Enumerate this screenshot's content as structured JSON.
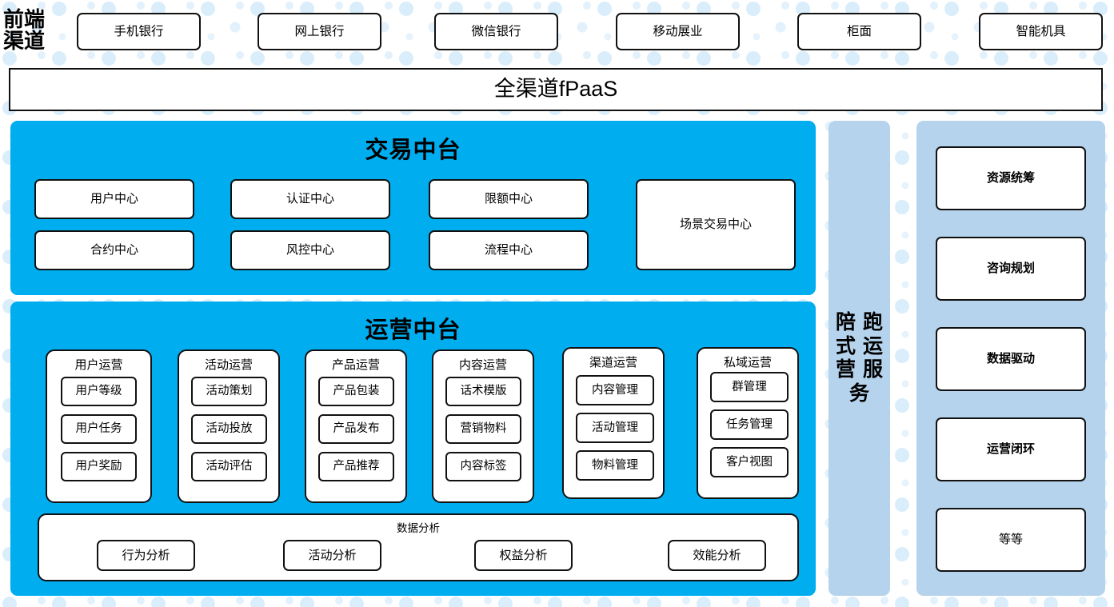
{
  "colors": {
    "cyan_panel": "#00aef0",
    "light_blue_panel": "#b5d3ec",
    "dot_pattern": "#d6ecfa",
    "border": "#111111",
    "node_fill": "#ffffff"
  },
  "frontend": {
    "label": "前端\n渠道",
    "channels": [
      {
        "label": "手机银行"
      },
      {
        "label": "网上银行"
      },
      {
        "label": "微信银行"
      },
      {
        "label": "移动展业"
      },
      {
        "label": "柜面"
      },
      {
        "label": "智能机具"
      }
    ]
  },
  "fpaas": {
    "label": "全渠道fPaaS"
  },
  "trade_center": {
    "title": "交易中台",
    "boxes": [
      {
        "label": "用户中心"
      },
      {
        "label": "认证中心"
      },
      {
        "label": "限额中心"
      },
      {
        "label": "合约中心"
      },
      {
        "label": "风控中心"
      },
      {
        "label": "流程中心"
      },
      {
        "label": "场景交易中心"
      }
    ]
  },
  "ops_center": {
    "title": "运营中台",
    "groups": [
      {
        "title": "用户运营",
        "items": [
          "用户等级",
          "用户任务",
          "用户奖励"
        ]
      },
      {
        "title": "活动运营",
        "items": [
          "活动策划",
          "活动投放",
          "活动评估"
        ]
      },
      {
        "title": "产品运营",
        "items": [
          "产品包装",
          "产品发布",
          "产品推荐"
        ]
      },
      {
        "title": "内容运营",
        "items": [
          "话术模版",
          "营销物料",
          "内容标签"
        ]
      },
      {
        "title": "渠道运营",
        "items": [
          "内容管理",
          "活动管理",
          "物料管理"
        ]
      },
      {
        "title": "私域运营",
        "items": [
          "群管理",
          "任务管理",
          "客户视图"
        ]
      }
    ],
    "data_analysis": {
      "title": "数据分析",
      "items": [
        "行为分析",
        "活动分析",
        "权益分析",
        "效能分析"
      ]
    }
  },
  "service_column": {
    "text": "陪跑式运营服务",
    "chars": [
      "陪",
      "跑",
      "式",
      "运",
      "营",
      "服",
      "务"
    ]
  },
  "capabilities": {
    "items": [
      {
        "label": "资源统筹",
        "bold": true
      },
      {
        "label": "咨询规划",
        "bold": true
      },
      {
        "label": "数据驱动",
        "bold": true
      },
      {
        "label": "运营闭环",
        "bold": true
      },
      {
        "label": "等等",
        "bold": false
      }
    ]
  }
}
